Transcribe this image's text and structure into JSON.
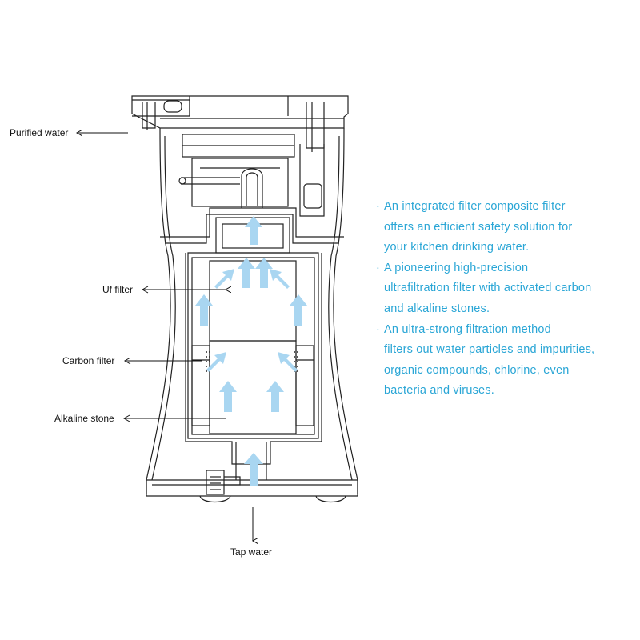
{
  "labels": {
    "purified_water": "Purified water",
    "uf_filter": "Uf filter",
    "carbon_filter": "Carbon filter",
    "alkaline_stone": "Alkaline stone",
    "tap_water": "Tap water"
  },
  "features": [
    "An integrated filter composite filter\noffers an efficient safety solution for\nyour kitchen drinking water.",
    "A pioneering high-precision\nultrafiltration filter with activated carbon\nand alkaline stones.",
    "An ultra-strong filtration method\nfilters out water particles and impurities,\norganic compounds, chlorine, even\nbacteria and viruses."
  ],
  "bullet_symbol": "·",
  "colors": {
    "feature_text": "#2aa6d6",
    "flow_arrow": "#a9d6f1",
    "line_art": "#222222"
  }
}
